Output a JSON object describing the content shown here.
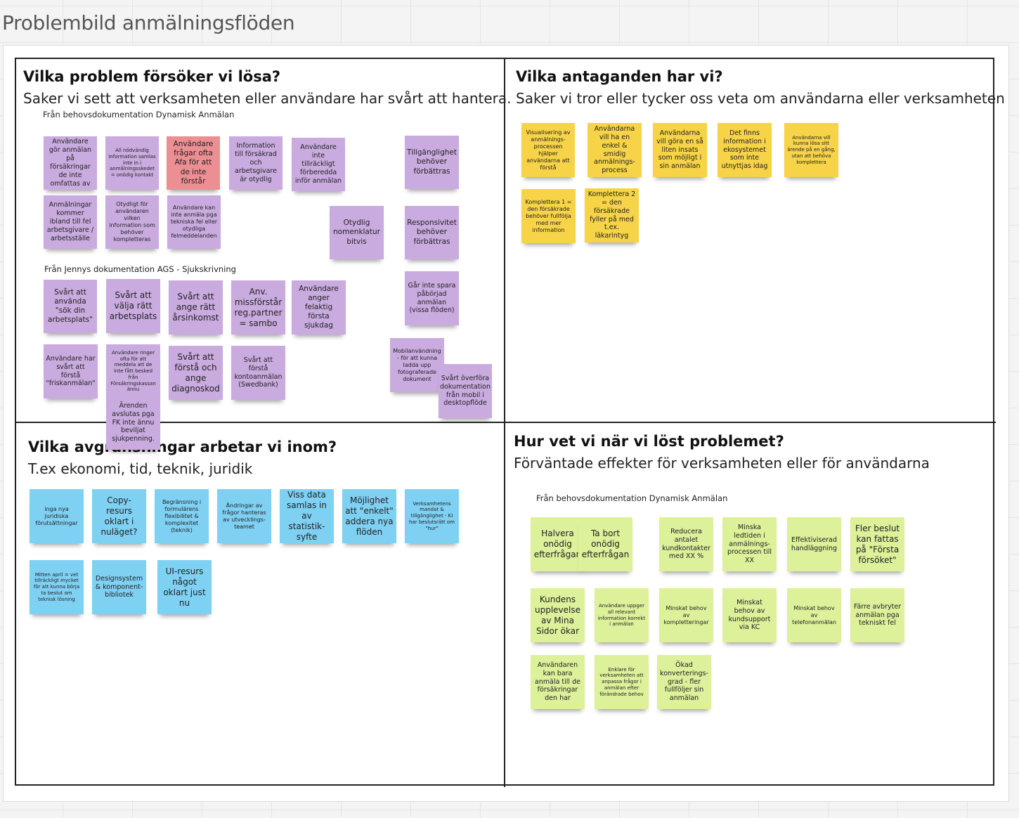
{
  "board": {
    "title": "Problembild anmälningsflöden"
  },
  "quadrants": {
    "problems": {
      "heading": "Vilka problem försöker vi lösa?",
      "subheading": "Saker vi sett att verksamheten eller användare har svårt att hantera.",
      "label_1": "Från behovsdokumentation Dynamisk Anmälan",
      "label_2": "Från Jennys dokumentation AGS - Sjukskrivning"
    },
    "assumptions": {
      "heading": "Vilka antaganden har vi?",
      "subheading": "Saker vi tror eller tycker oss veta om användarna eller verksamheten"
    },
    "constraints": {
      "heading": "Vilka avgränsningar arbetar vi inom?",
      "subheading": "T.ex ekonomi, tid, teknik, juridik"
    },
    "success": {
      "heading": "Hur vet vi när vi löst problemet?",
      "subheading": "Förväntade effekter för verksamheten eller för användarna",
      "label_1": "Från behovsdokumentation Dynamisk Anmälan"
    }
  },
  "notes": {
    "problems": [
      "Användare gör anmälan på försäkringar de inte omfattas av",
      "All nödvändig information samlas inte in i anmälningsskedet = onödig kontakt",
      "Användare frågar ofta Afa för att de inte förstår",
      "Information till försäkrad och arbetsgivare är otydlig",
      "Användare inte tillräckligt förberedda inför anmälan",
      "Tillgänglighet behöver förbättras",
      "Anmälningar kommer ibland till fel arbetsgivare / arbetsställe",
      "Otydligt för användaren vilken information som behöver kompletteras",
      "Användare kan inte anmäla pga tekniska fel eller otydliga felmeddelanden",
      "Otydlig nomenklatur bitvis",
      "Responsivitet behöver förbättras",
      "Svårt att använda \"sök din arbetsplats\"",
      "Svårt att välja rätt arbetsplats",
      "Svårt att ange rätt årsinkomst",
      "Anv. missförstår reg.partner = sambo",
      "Användare anger felaktig första sjukdag",
      "Går inte spara påbörjad anmälan (vissa flöden)",
      "Användare har svårt att förstå \"friskanmälan\"",
      "Användare ringer ofta för att meddela att de inte fått besked från Försäkringskassan ännu",
      "Svårt att förstå och ange diagnoskod",
      "Svårt att förstå kontoanmälan (Swedbank)",
      "Mobilanvändning - för att kunna ladda upp fotograferade dokument",
      "Svårt överföra dokumentation från mobil i desktopflöde",
      "Ärenden avslutas pga FK inte ännu beviljat sjukpenning."
    ],
    "assumptions": [
      "Visualisering av anmälnings-processen hjälper användarna att förstå",
      "Användarna vill ha en enkel & smidig anmälnings-process",
      "Användarna vill göra en så liten insats som möjligt i sin anmälan",
      "Det finns information i ekosystemet som inte utnyttjas idag",
      "Användarna vill kunna lösa sitt ärende på en gång, utan att behöva komplettera",
      "Komplettera 1 = den försäkrade behöver fullfölja med mer information",
      "Komplettera 2 = den försäkrade fyller på med t.ex. läkarintyg"
    ],
    "constraints": [
      "inga nya juridiska förutsättningar",
      "Copy-resurs oklart i nuläget?",
      "Begränsning i formulärens flexibilitet & komplexitet (teknik)",
      "Ändringar av frågor hanteras av utvecklings-teamet",
      "Viss data samlas in av statistik-syfte",
      "Möjlighet att \"enkelt\" addera nya flöden",
      "Verksamhetens mandat & tillgänglighet - KI har beslutsrätt om \"hur\"",
      "Mitten april = vet tillräckligt mycket för att kunna börja ta beslut om teknisk lösning",
      "Designsystem & komponent-bibliotek",
      "UI-resurs något oklart just nu"
    ],
    "success": [
      "Halvera onödig efterfrågan",
      "Ta bort onödig efterfrågan",
      "Reducera antalet kundkontakter med XX %",
      "Minska ledtiden i anmälnings-processen till XX",
      "Effektiviserad handläggning",
      "Fler beslut kan fattas på \"Första försöket\"",
      "Kundens upplevelse av Mina Sidor ökar",
      "Användare uppger all relevant information korrekt i anmälan",
      "Minskat behov av kompletteringar",
      "Minskat behov av kundsupport via KC",
      "Minskat behov av telefonanmälan",
      "Färre avbryter anmälan pga tekniskt fel",
      "Användaren kan bara anmäla till de försäkringar den har",
      "Enklare för verksamheten att anpassa frågor i anmälan efter förändrade behov",
      "Ökad konverterings-grad - fler fullföljer sin anmälan"
    ]
  },
  "colors": {
    "problem_note": "#c9abdf",
    "alert_note": "#ec8f93",
    "assumption_note": "#f6d347",
    "constraint_note": "#7fd1f3",
    "success_note": "#dcf19a",
    "frame_border": "#222222"
  }
}
